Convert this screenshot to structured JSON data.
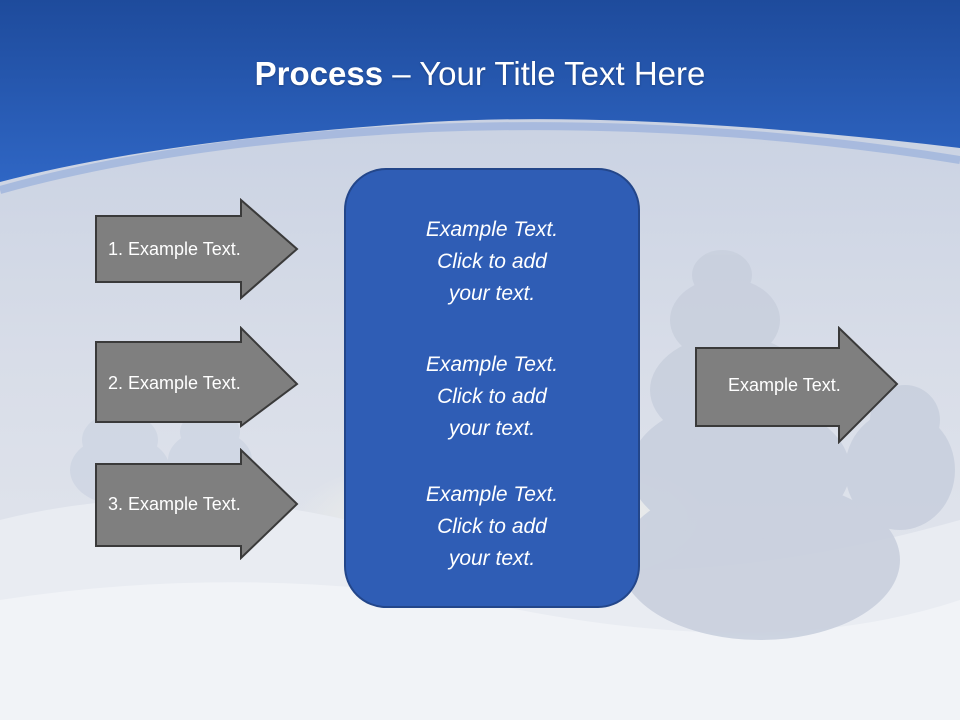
{
  "slide": {
    "title_bold": "Process",
    "title_rest": " – Your Title Text Here"
  },
  "steps": [
    {
      "label": "1. Example Text."
    },
    {
      "label": "2. Example Text."
    },
    {
      "label": "3. Example Text."
    }
  ],
  "center_box": {
    "paragraphs": [
      {
        "line1": "Example Text.",
        "line2": "Click  to add",
        "line3": "your text."
      },
      {
        "line1": "Example Text.",
        "line2": "Click  to add",
        "line3": "your text."
      },
      {
        "line1": "Example Text.",
        "line2": "Click  to add",
        "line3": "your text."
      }
    ]
  },
  "output": {
    "label": "Example Text."
  },
  "colors": {
    "header_blue": "#2a5db8",
    "box_blue": "#2f5db5",
    "arrow_gray": "#7f7f7f",
    "arrow_border": "#3a3a3a"
  }
}
